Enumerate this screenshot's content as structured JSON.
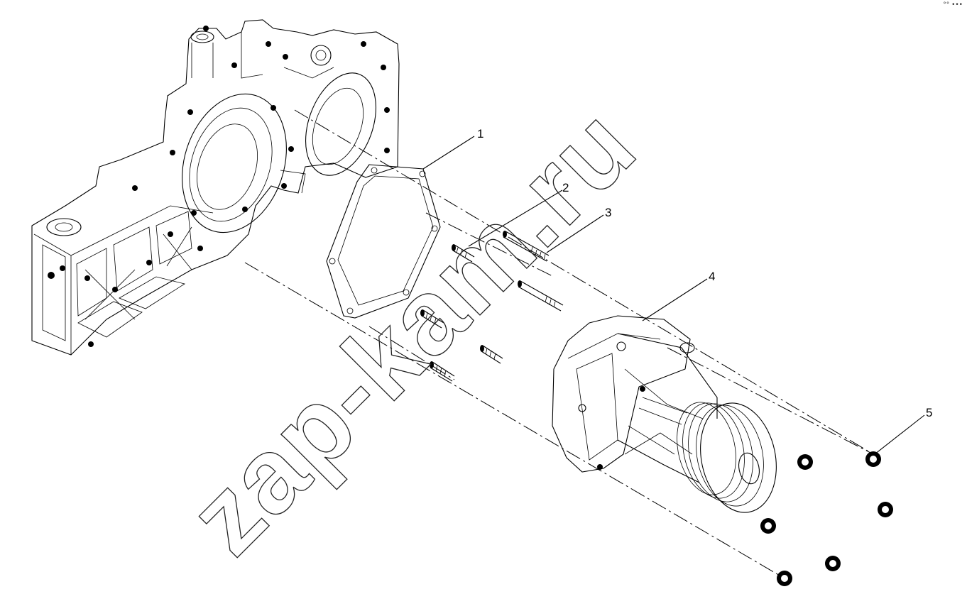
{
  "callouts": [
    {
      "id": "1",
      "label": "1"
    },
    {
      "id": "2",
      "label": "2"
    },
    {
      "id": "3",
      "label": "3"
    },
    {
      "id": "4",
      "label": "4"
    },
    {
      "id": "5",
      "label": "5"
    }
  ],
  "watermark": "zap-kam.ru",
  "corner_mark": "°° •••",
  "colors": {
    "ink": "#000000",
    "background": "#ffffff"
  }
}
